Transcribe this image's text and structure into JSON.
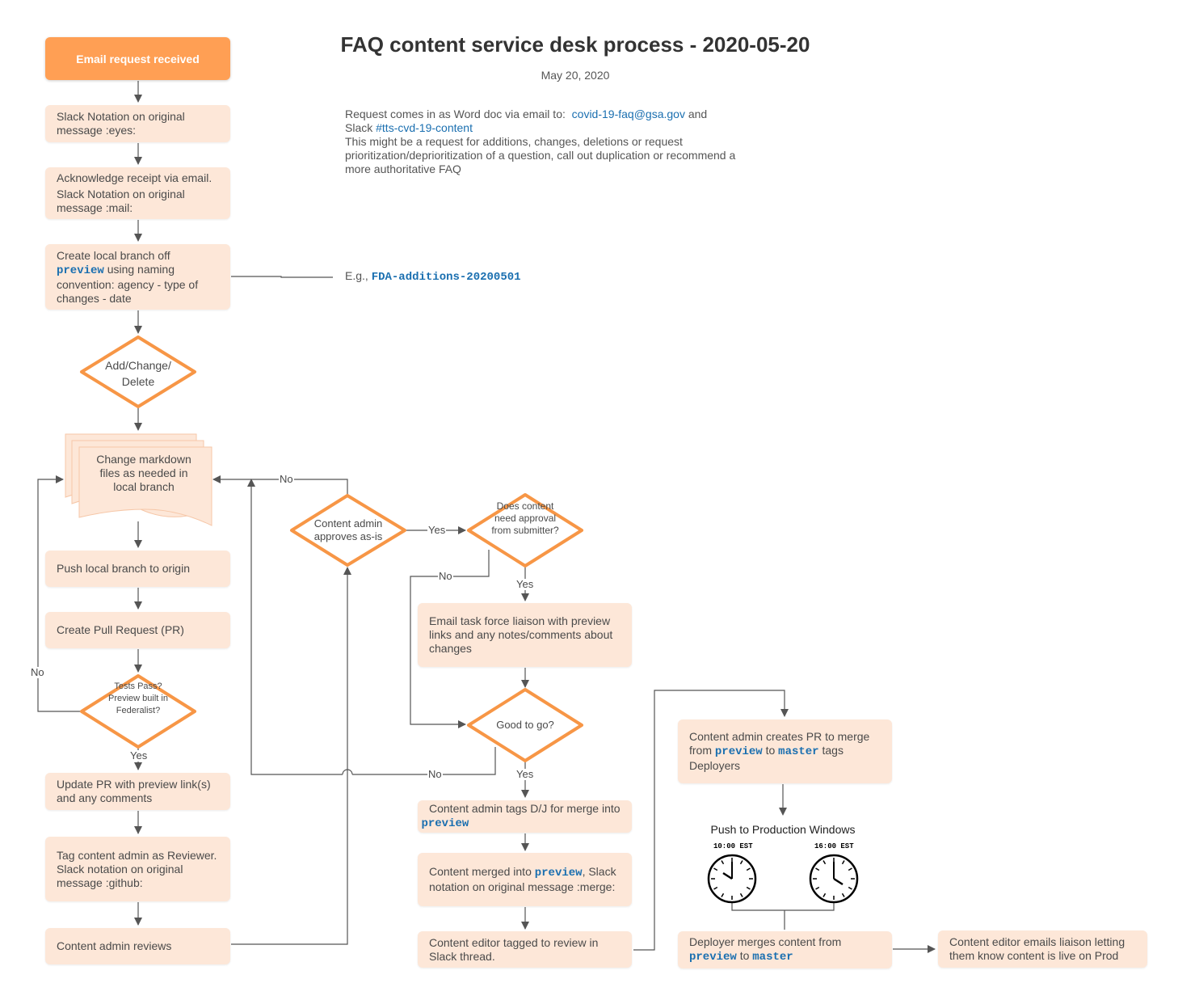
{
  "title": "FAQ content service desk process - 2020-05-20",
  "date": "May 20, 2020",
  "note": {
    "line1_prefix": "Request comes in as Word doc via email to:",
    "email": "covid-19-faq@gsa.gov",
    "line1_suffix": " and",
    "line2_prefix": "Slack ",
    "channel": "#tts-cvd-19-content",
    "line3": "This might be a request for additions, changes, deletions or request prioritization/deprioritization of a question, call out duplication or recommend a more authoritative FAQ"
  },
  "example": {
    "prefix": "E.g., ",
    "branch": "FDA-additions-20200501"
  },
  "nodes": {
    "start": "Email request received",
    "slack_eyes": "Slack Notation on original message :eyes:",
    "ack_line1": "Acknowledge receipt via email.",
    "ack_line2": "Slack Notation on original message :mail:",
    "branch_pre": "Create local branch off",
    "branch_code": "preview",
    "branch_post": " using naming convention: agency - type of changes - date",
    "decision_acd": "Add/Change/ Delete",
    "change_md": "Change markdown files as needed in local branch",
    "push": "Push local branch to origin",
    "create_pr": "Create Pull Request (PR)",
    "tests_pass": "Tests Pass? Preview built in Federalist?",
    "update_pr": "Update PR with preview link(s) and any comments",
    "tag_admin": "Tag content admin as Reviewer. Slack notation on original message :github:",
    "admin_reviews": "Content admin reviews",
    "admin_approves": "Content admin approves as-is",
    "need_approval": "Does content need approval from submitter?",
    "email_liaison": "Email task force liaison with preview links and any notes/comments about changes",
    "good_to_go": "Good to go?",
    "tags_dj_pre": "Content admin tags D/J for merge into",
    "tags_dj_code": "preview",
    "merged_pre": "Content merged into",
    "merged_code": "preview",
    "merged_post": ", Slack notation on original message :merge:",
    "editor_tagged": "Content editor tagged to review in Slack thread.",
    "creates_pr_pre": "Content admin creates PR to merge from",
    "creates_pr_code1": "preview",
    "creates_pr_mid": " to ",
    "creates_pr_code2": "master",
    "creates_pr_post": "  tags Deployers",
    "windows_title": "Push to Production Windows",
    "clock1": "10:00 EST",
    "clock2": "16:00 EST",
    "deployer_pre": "Deployer merges content from",
    "deployer_code1": "preview",
    "deployer_mid": " to ",
    "deployer_code2": "master",
    "editor_emails": "Content editor emails liaison letting them know content is live on Prod"
  },
  "edge_labels": {
    "no_left": "No",
    "yes_tests": "Yes",
    "no_top": "No",
    "yes_mid": "Yes",
    "no_mid": "No",
    "yes_need": "Yes",
    "no_good": "No",
    "yes_good": "Yes"
  },
  "colors": {
    "start": "#ff9f54",
    "box": "#fde7d8",
    "diamond_stroke": "#f79646",
    "link": "#1a6fb0"
  }
}
